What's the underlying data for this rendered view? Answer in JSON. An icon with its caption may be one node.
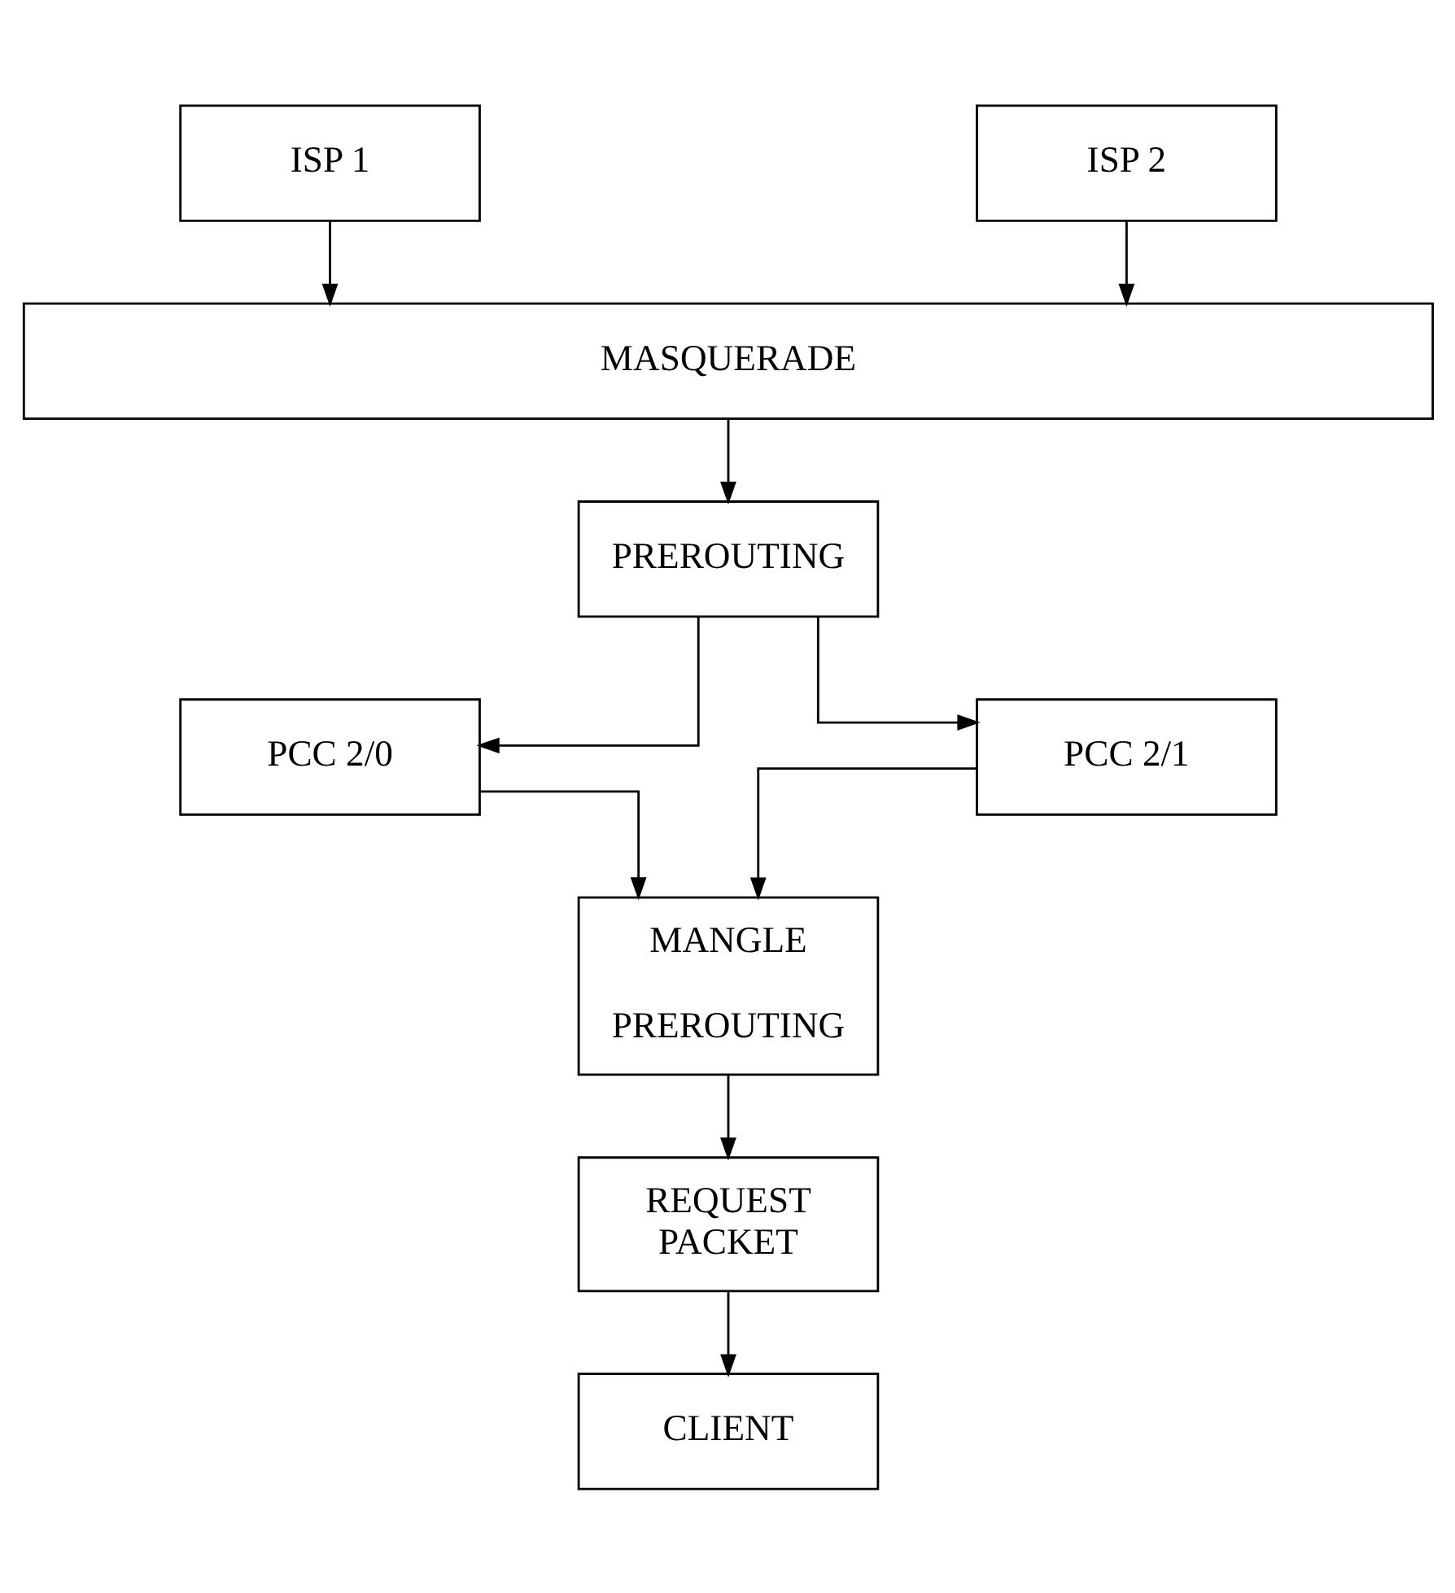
{
  "diagram": {
    "nodes": [
      {
        "text": [
          "ISP 1"
        ]
      },
      {
        "text": [
          "ISP 2"
        ]
      },
      {
        "text": [
          "MASQUERADE"
        ]
      },
      {
        "text": [
          "PREROUTING"
        ]
      },
      {
        "text": [
          "PCC 2/0"
        ]
      },
      {
        "text": [
          "PCC 2/1"
        ]
      },
      {
        "text": [
          "MANGLE PREROUTING"
        ]
      },
      {
        "text": [
          "REQUEST PACKET"
        ]
      },
      {
        "text": [
          "CLIENT"
        ]
      }
    ],
    "edges": [
      {
        "from": 0,
        "to": 2,
        "arrow": "to"
      },
      {
        "from": 1,
        "to": 2,
        "arrow": "to"
      },
      {
        "from": 2,
        "to": 3,
        "arrow": "to"
      },
      {
        "from": 3,
        "to": 4,
        "arrow": "to"
      },
      {
        "from": 3,
        "to": 5,
        "arrow": "to"
      },
      {
        "from": 4,
        "to": 6,
        "arrow": "to"
      },
      {
        "from": 5,
        "to": 6,
        "arrow": "to"
      },
      {
        "from": 6,
        "to": 7,
        "arrow": "to"
      },
      {
        "from": 7,
        "to": 8,
        "arrow": "to"
      }
    ]
  }
}
